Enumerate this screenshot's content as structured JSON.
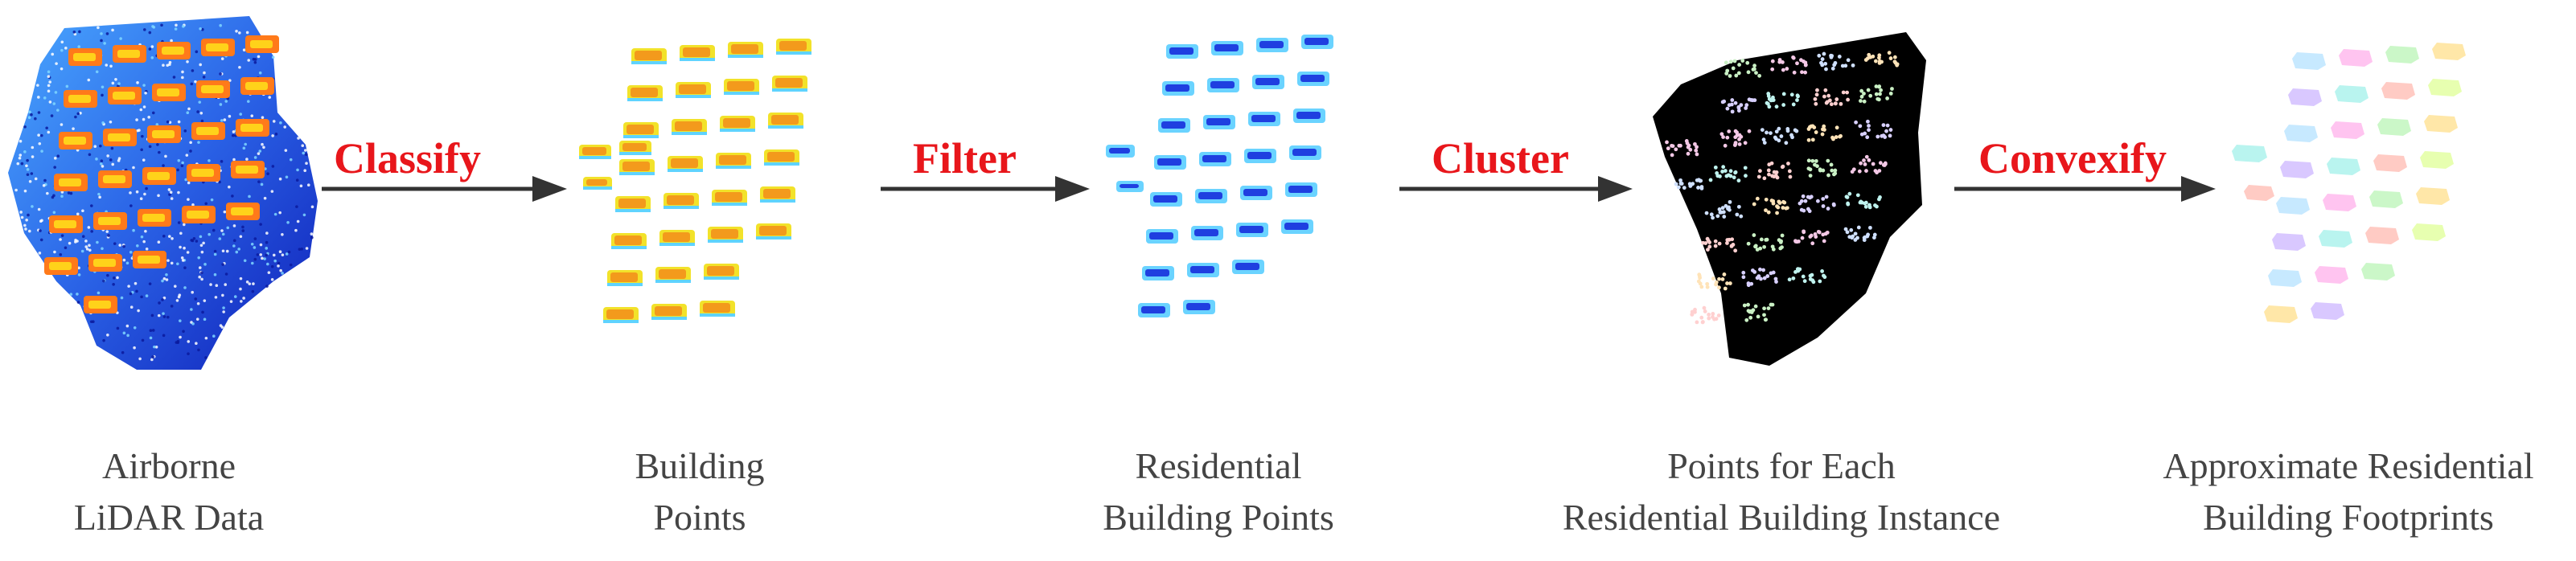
{
  "colors": {
    "operation_label": "#e8161b",
    "arrow": "#333333",
    "caption_text": "#444444",
    "cluster_background": "#000000",
    "lidar_background": "#1730d9"
  },
  "operations": [
    {
      "label": "Classify"
    },
    {
      "label": "Filter"
    },
    {
      "label": "Cluster"
    },
    {
      "label": "Convexify"
    }
  ],
  "stages": [
    {
      "caption_lines": [
        "Airborne",
        "LiDAR Data"
      ],
      "rendering": "dense lidar point cloud, jet colormap"
    },
    {
      "caption_lines": [
        "Building",
        "Points"
      ],
      "rendering": "building points, jet colormap"
    },
    {
      "caption_lines": [
        "Residential",
        "Building Points"
      ],
      "rendering": "residential building points, jet colormap"
    },
    {
      "caption_lines": [
        "Points for Each",
        "Residential Building Instance"
      ],
      "rendering": "per-instance colored points on black"
    },
    {
      "caption_lines": [
        "Approximate Residential",
        "Building Footprints"
      ],
      "rendering": "pastel convex hull polygons"
    }
  ]
}
